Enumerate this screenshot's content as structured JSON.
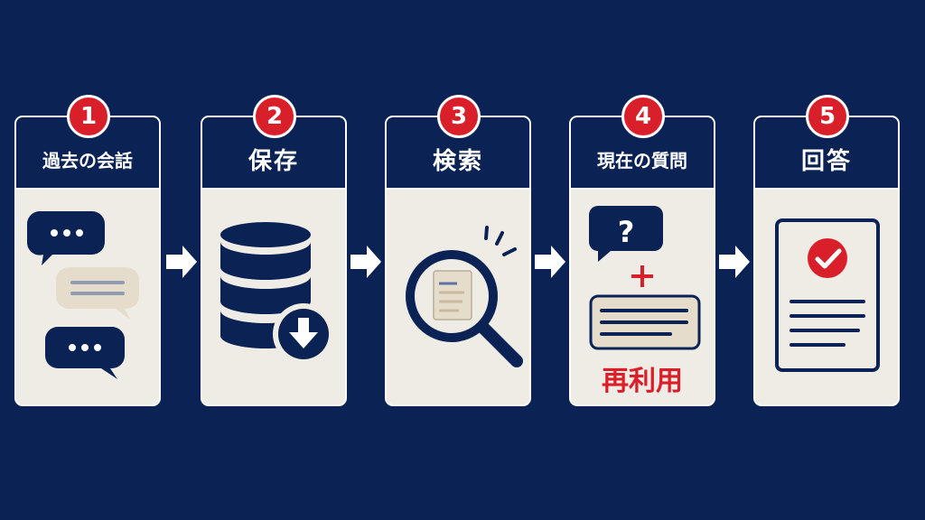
{
  "colors": {
    "background": "#0b2255",
    "card_body": "#efece6",
    "accent_red": "#d9202a",
    "beige": "#e5dccb"
  },
  "steps": [
    {
      "number": "1",
      "title": "過去の会話",
      "icon": "chat-bubbles-icon"
    },
    {
      "number": "2",
      "title": "保存",
      "icon": "database-download-icon"
    },
    {
      "number": "3",
      "title": "検索",
      "icon": "magnifier-document-icon"
    },
    {
      "number": "4",
      "title": "現在の質問",
      "icon": "question-plus-document-icon",
      "note": "再利用"
    },
    {
      "number": "5",
      "title": "回答",
      "icon": "checked-document-icon"
    }
  ]
}
